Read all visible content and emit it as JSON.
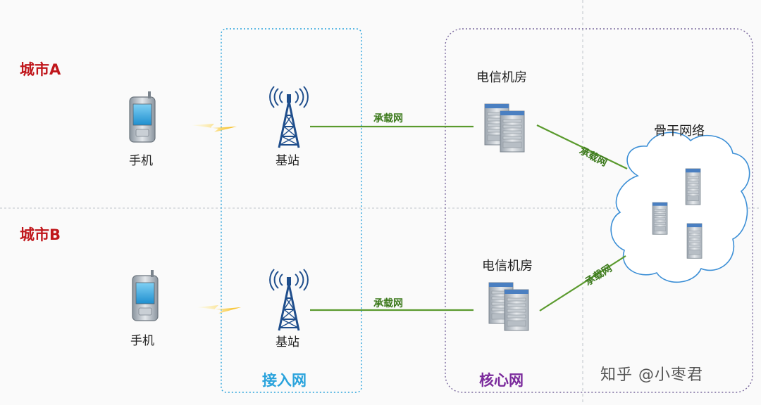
{
  "colors": {
    "city": "#c0161b",
    "access": "#2aa3dc",
    "core": "#7b2b9c",
    "bearer_line": "#5a9a2d",
    "bearer_text": "#3d7a1d",
    "tower": "#1f4e8c"
  },
  "cities": {
    "a": "城市A",
    "b": "城市B"
  },
  "devices": {
    "phone": "手机",
    "base_station": "基站",
    "telecom_room": "电信机房"
  },
  "backbone": "骨干网络",
  "bearer_net": "承载网",
  "zones": {
    "access": "接入网",
    "core": "核心网"
  },
  "watermark": "知乎 @小枣君"
}
